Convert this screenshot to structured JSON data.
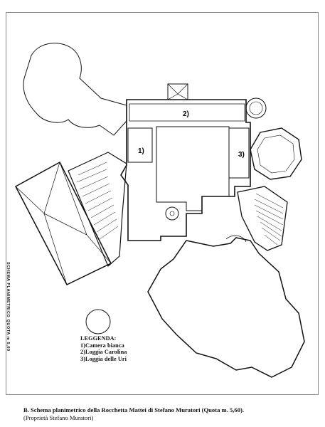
{
  "legend": {
    "title": "LEGGENDA:",
    "items": [
      "1)Camera bianca",
      "2)Loggia Carolina",
      "3)Loggia delle Uri"
    ]
  },
  "room_numbers": [
    "1)",
    "2)",
    "3)"
  ],
  "side_label": "SCHEMA PLANIMETRICO QUOTA m 5,60",
  "caption": {
    "main": "B. Schema planimetrico della Rocchetta Mattei di Stefano Muratori (Quota m. 5,60).",
    "credit": "(Proprietà Stefano Muratori)"
  }
}
